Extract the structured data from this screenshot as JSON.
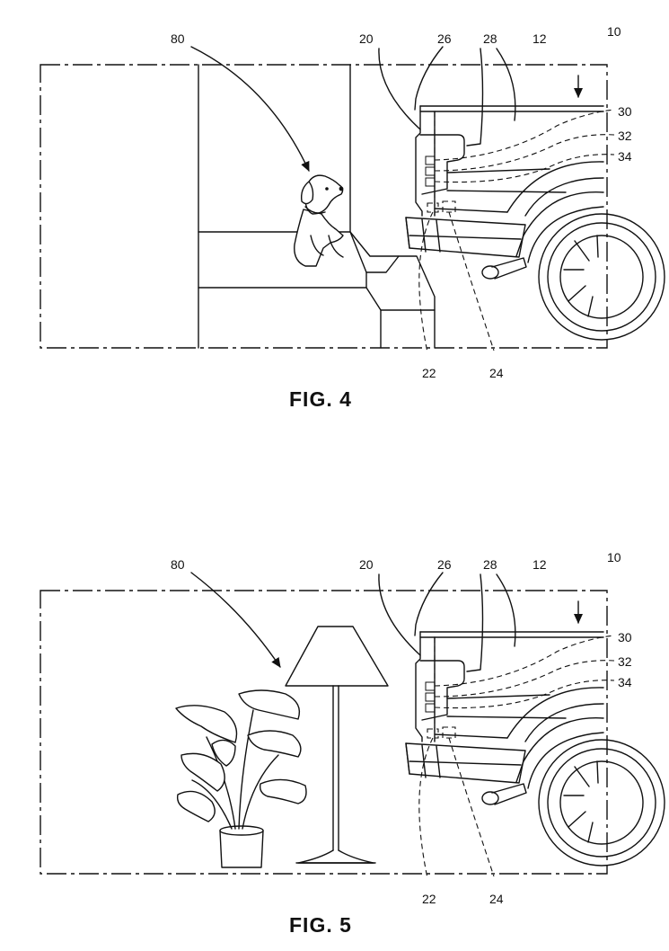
{
  "figures": [
    {
      "caption": "FIG. 4",
      "refs": {
        "r10": "10",
        "r12": "12",
        "r20": "20",
        "r26": "26",
        "r28": "28",
        "r30": "30",
        "r32": "32",
        "r34": "34",
        "r22": "22",
        "r24": "24",
        "r80": "80"
      }
    },
    {
      "caption": "FIG. 5",
      "refs": {
        "r10": "10",
        "r12": "12",
        "r20": "20",
        "r26": "26",
        "r28": "28",
        "r30": "30",
        "r32": "32",
        "r34": "34",
        "r22": "22",
        "r24": "24",
        "r80": "80"
      }
    }
  ]
}
